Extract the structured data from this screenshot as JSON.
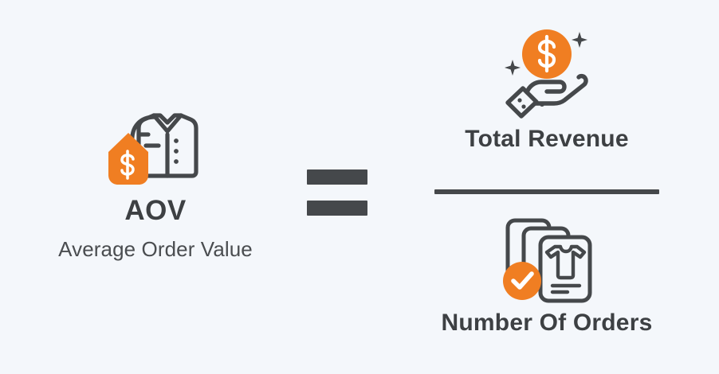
{
  "background_color": "#f4f7fb",
  "colors": {
    "accent_orange": "#f07e22",
    "dark_charcoal": "#3d4043",
    "icon_stroke": "#45484b",
    "white": "#ffffff"
  },
  "formula": {
    "result": {
      "abbreviation": "AOV",
      "expansion": "Average Order Value",
      "icon": "shirt-with-price-tag-icon"
    },
    "operator": {
      "symbol": "=",
      "icon": "equals-sign-icon"
    },
    "numerator": {
      "label": "Total Revenue",
      "icon": "hand-holding-coin-icon"
    },
    "denominator": {
      "label": "Number Of Orders",
      "icon": "order-documents-checkmark-icon"
    },
    "divider": "fraction-bar"
  }
}
